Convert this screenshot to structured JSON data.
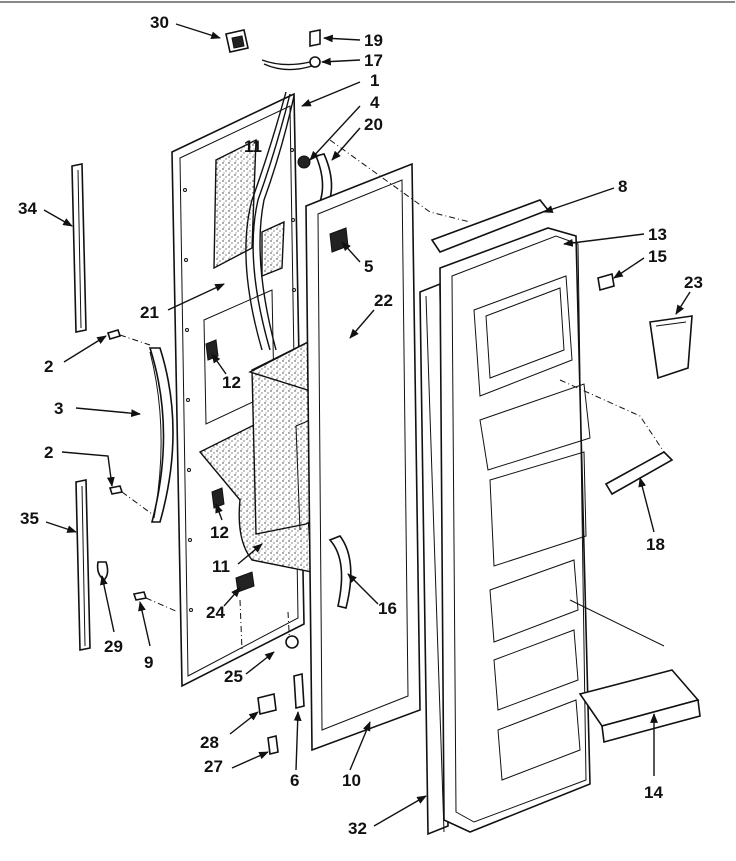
{
  "diagram": {
    "type": "exploded-parts-view",
    "callouts": [
      "30",
      "19",
      "17",
      "1",
      "4",
      "20",
      "11",
      "34",
      "8",
      "13",
      "15",
      "5",
      "23",
      "22",
      "21",
      "2",
      "12",
      "3",
      "2",
      "12",
      "18",
      "35",
      "11",
      "24",
      "16",
      "29",
      "9",
      "25",
      "14",
      "28",
      "6",
      "10",
      "27",
      "32"
    ]
  }
}
